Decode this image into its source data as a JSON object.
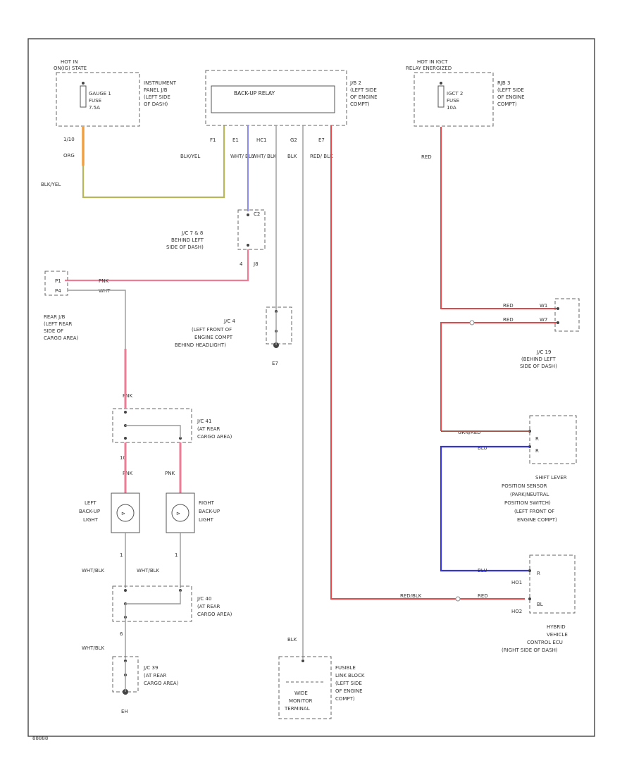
{
  "colors": {
    "pink": "#f07b95",
    "red": "#e8474a",
    "blue": "#3434d8",
    "brown": "#a05a4e",
    "yellow_green": "#b8b85a",
    "orange": "#f0a040",
    "lavender": "#8b8bf0"
  },
  "fuse_gauge": {
    "hot_label": "HOT IN",
    "hot_label2": "ON(IG) STATE",
    "fuse_name": "GAUGE 1",
    "fuse_word": "FUSE",
    "fuse_amp": "7.5A",
    "panel_1": "INSTRUMENT",
    "panel_2": "PANEL J/B",
    "panel_3": "(LEFT SIDE",
    "panel_4": "OF DASH)",
    "pin": "1/10",
    "wire": "ORG",
    "wire_bottom": "BLK/YEL"
  },
  "relay": {
    "name": "BACK-UP RELAY",
    "jb_1": "J/B 2",
    "jb_2": "(LEFT SIDE",
    "jb_3": "OF ENGINE",
    "jb_4": "COMPT)",
    "pins": [
      "F1",
      "E1",
      "HC1",
      "G2",
      "E7"
    ],
    "wire_f1": "BLK/YEL",
    "wire_e1": "WHT/ BLU",
    "wire_hc1": "WHT/ BLK",
    "wire_g2": "BLK",
    "wire_e7": "RED/ BLK"
  },
  "fuse_igct": {
    "hot_label": "HOT IN IGCT",
    "hot_label2": "RELAY ENERGIZED",
    "fuse_name": "IGCT 2",
    "fuse_word": "FUSE",
    "fuse_amp": "10A",
    "rjb_1": "RJB 3",
    "rjb_2": "(LEFT SIDE",
    "rjb_3": "OF ENGINE",
    "rjb_4": "COMPT)",
    "wire": "RED"
  },
  "jc78": {
    "line1": "J/C 7 & 8",
    "line2": "BEHIND LEFT",
    "line3": "SIDE OF DASH)",
    "pin_top": "C2",
    "pin_bot": "4",
    "pin_bot2": "J8"
  },
  "rear_jb": {
    "pin1": "P1",
    "pin2": "P4",
    "wire_top": "PNK",
    "wire_mid": "WHT",
    "line1": "REAR J/B",
    "line2": "(LEFT REAR",
    "line3": "SIDE OF",
    "line4": "CARGO AREA)"
  },
  "jc4": {
    "line1": "J/C 4",
    "line2": "(LEFT FRONT OF",
    "line3": "ENGINE COMPT",
    "line4": "BEHIND HEADLIGHT)",
    "ground": "E7"
  },
  "jc19": {
    "line1": "J/C 19",
    "line2": "(BEHIND LEFT",
    "line3": "SIDE OF DASH)",
    "wire1": "RED",
    "wire2": "RED",
    "pin1": "W1",
    "pin2": "W7"
  },
  "shift_sensor": {
    "line1": "SHIFT LEVER",
    "line2": "POSITION SENSOR",
    "line3": "(PARK/NEUTRAL",
    "line4": "POSITION SWITCH)",
    "line5": "(LEFT FRONT OF",
    "line6": "ENGINE COMPT)",
    "wire1": "GRN/RED",
    "wire2": "BLU",
    "pin1": "R",
    "pin2": "R"
  },
  "hv_ecu": {
    "line1": "HYBRID",
    "line2": "VEHICLE",
    "line3": "CONTROL ECU",
    "line4": "(RIGHT SIDE OF DASH)",
    "wire_blu": "BLU",
    "wire_red": "RED",
    "wire_redblk": "RED/BLK",
    "pin1": "HO1",
    "pin2": "HO2",
    "pin_r": "R",
    "pin_bl": "BL"
  },
  "jc41": {
    "line1": "J/C 41",
    "line2": "(AT REAR",
    "line3": "CARGO AREA)",
    "wire_left": "PNK",
    "wire_right": "PNK",
    "pin": "10"
  },
  "left_light": {
    "line1": "LEFT",
    "line2": "BACK-UP",
    "line3": "LIGHT",
    "pin": "1",
    "wire": "WHT/BLK"
  },
  "right_light": {
    "line1": "RIGHT",
    "line2": "BACK-UP",
    "line3": "LIGHT",
    "pin": "1",
    "wire": "WHT/BLK"
  },
  "jc40": {
    "line1": "J/C 40",
    "line2": "(AT REAR",
    "line3": "CARGO AREA)",
    "wire": "WHT/BLK",
    "pin": "6"
  },
  "jc39": {
    "line1": "J/C 39",
    "line2": "(AT REAR",
    "line3": "CARGO AREA)",
    "ground": "EH"
  },
  "fusible_link": {
    "wire": "BLK",
    "box_text1": "WIDE",
    "box_text2": "MONITOR",
    "box_text3": "TERMINAL",
    "line1": "FUSIBLE",
    "line2": "LINK BLOCK",
    "line3": "(LEFT SIDE",
    "line4": "OF ENGINE",
    "line5": "COMPT)"
  },
  "footer_code": "88888"
}
